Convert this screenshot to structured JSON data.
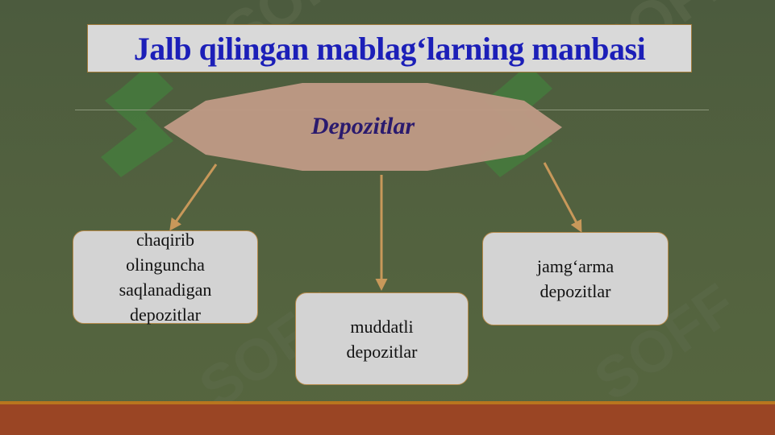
{
  "slide": {
    "title": "Jalb qilingan mablag‘larning manbasi",
    "center": "Depozitlar",
    "branches": [
      {
        "id": "left",
        "label_lines": [
          "chaqirib",
          "olinguncha",
          "saqlanadigan",
          "depozitlar"
        ]
      },
      {
        "id": "middle",
        "label_lines": [
          "muddatli",
          "depozitlar"
        ]
      },
      {
        "id": "right",
        "label_lines": [
          "jamg‘arma",
          "depozitlar"
        ]
      }
    ]
  },
  "watermark": "SOFF",
  "colors": {
    "background": "#4f5e3e",
    "title_text": "#1c1fb8",
    "title_box": "#d9d9d9",
    "center_shape": "#c09a86",
    "center_text": "#2a1a6e",
    "arrows": "#c8985a",
    "boxes": "#d3d3d3",
    "bottom_band": "#9a4524"
  }
}
